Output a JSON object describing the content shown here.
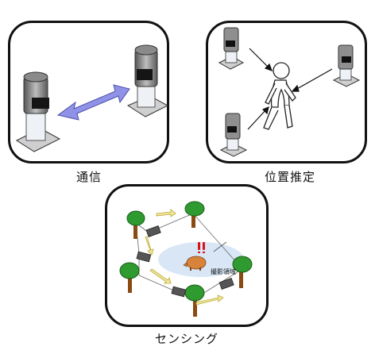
{
  "panels": {
    "communication": {
      "caption": "通信"
    },
    "localization": {
      "caption": "位置推定"
    },
    "sensing": {
      "caption": "センシング",
      "area_label": "撮影領域"
    }
  },
  "colors": {
    "arrow_purple": "#8f92e6",
    "arrow_yellow": "#f2e79a",
    "tree_green": "#2f9a2f",
    "trunk_brown": "#8a4b12",
    "area_blue": "#d8e6f6",
    "alert_red": "#d81414",
    "boar_orange": "#d9823a"
  }
}
